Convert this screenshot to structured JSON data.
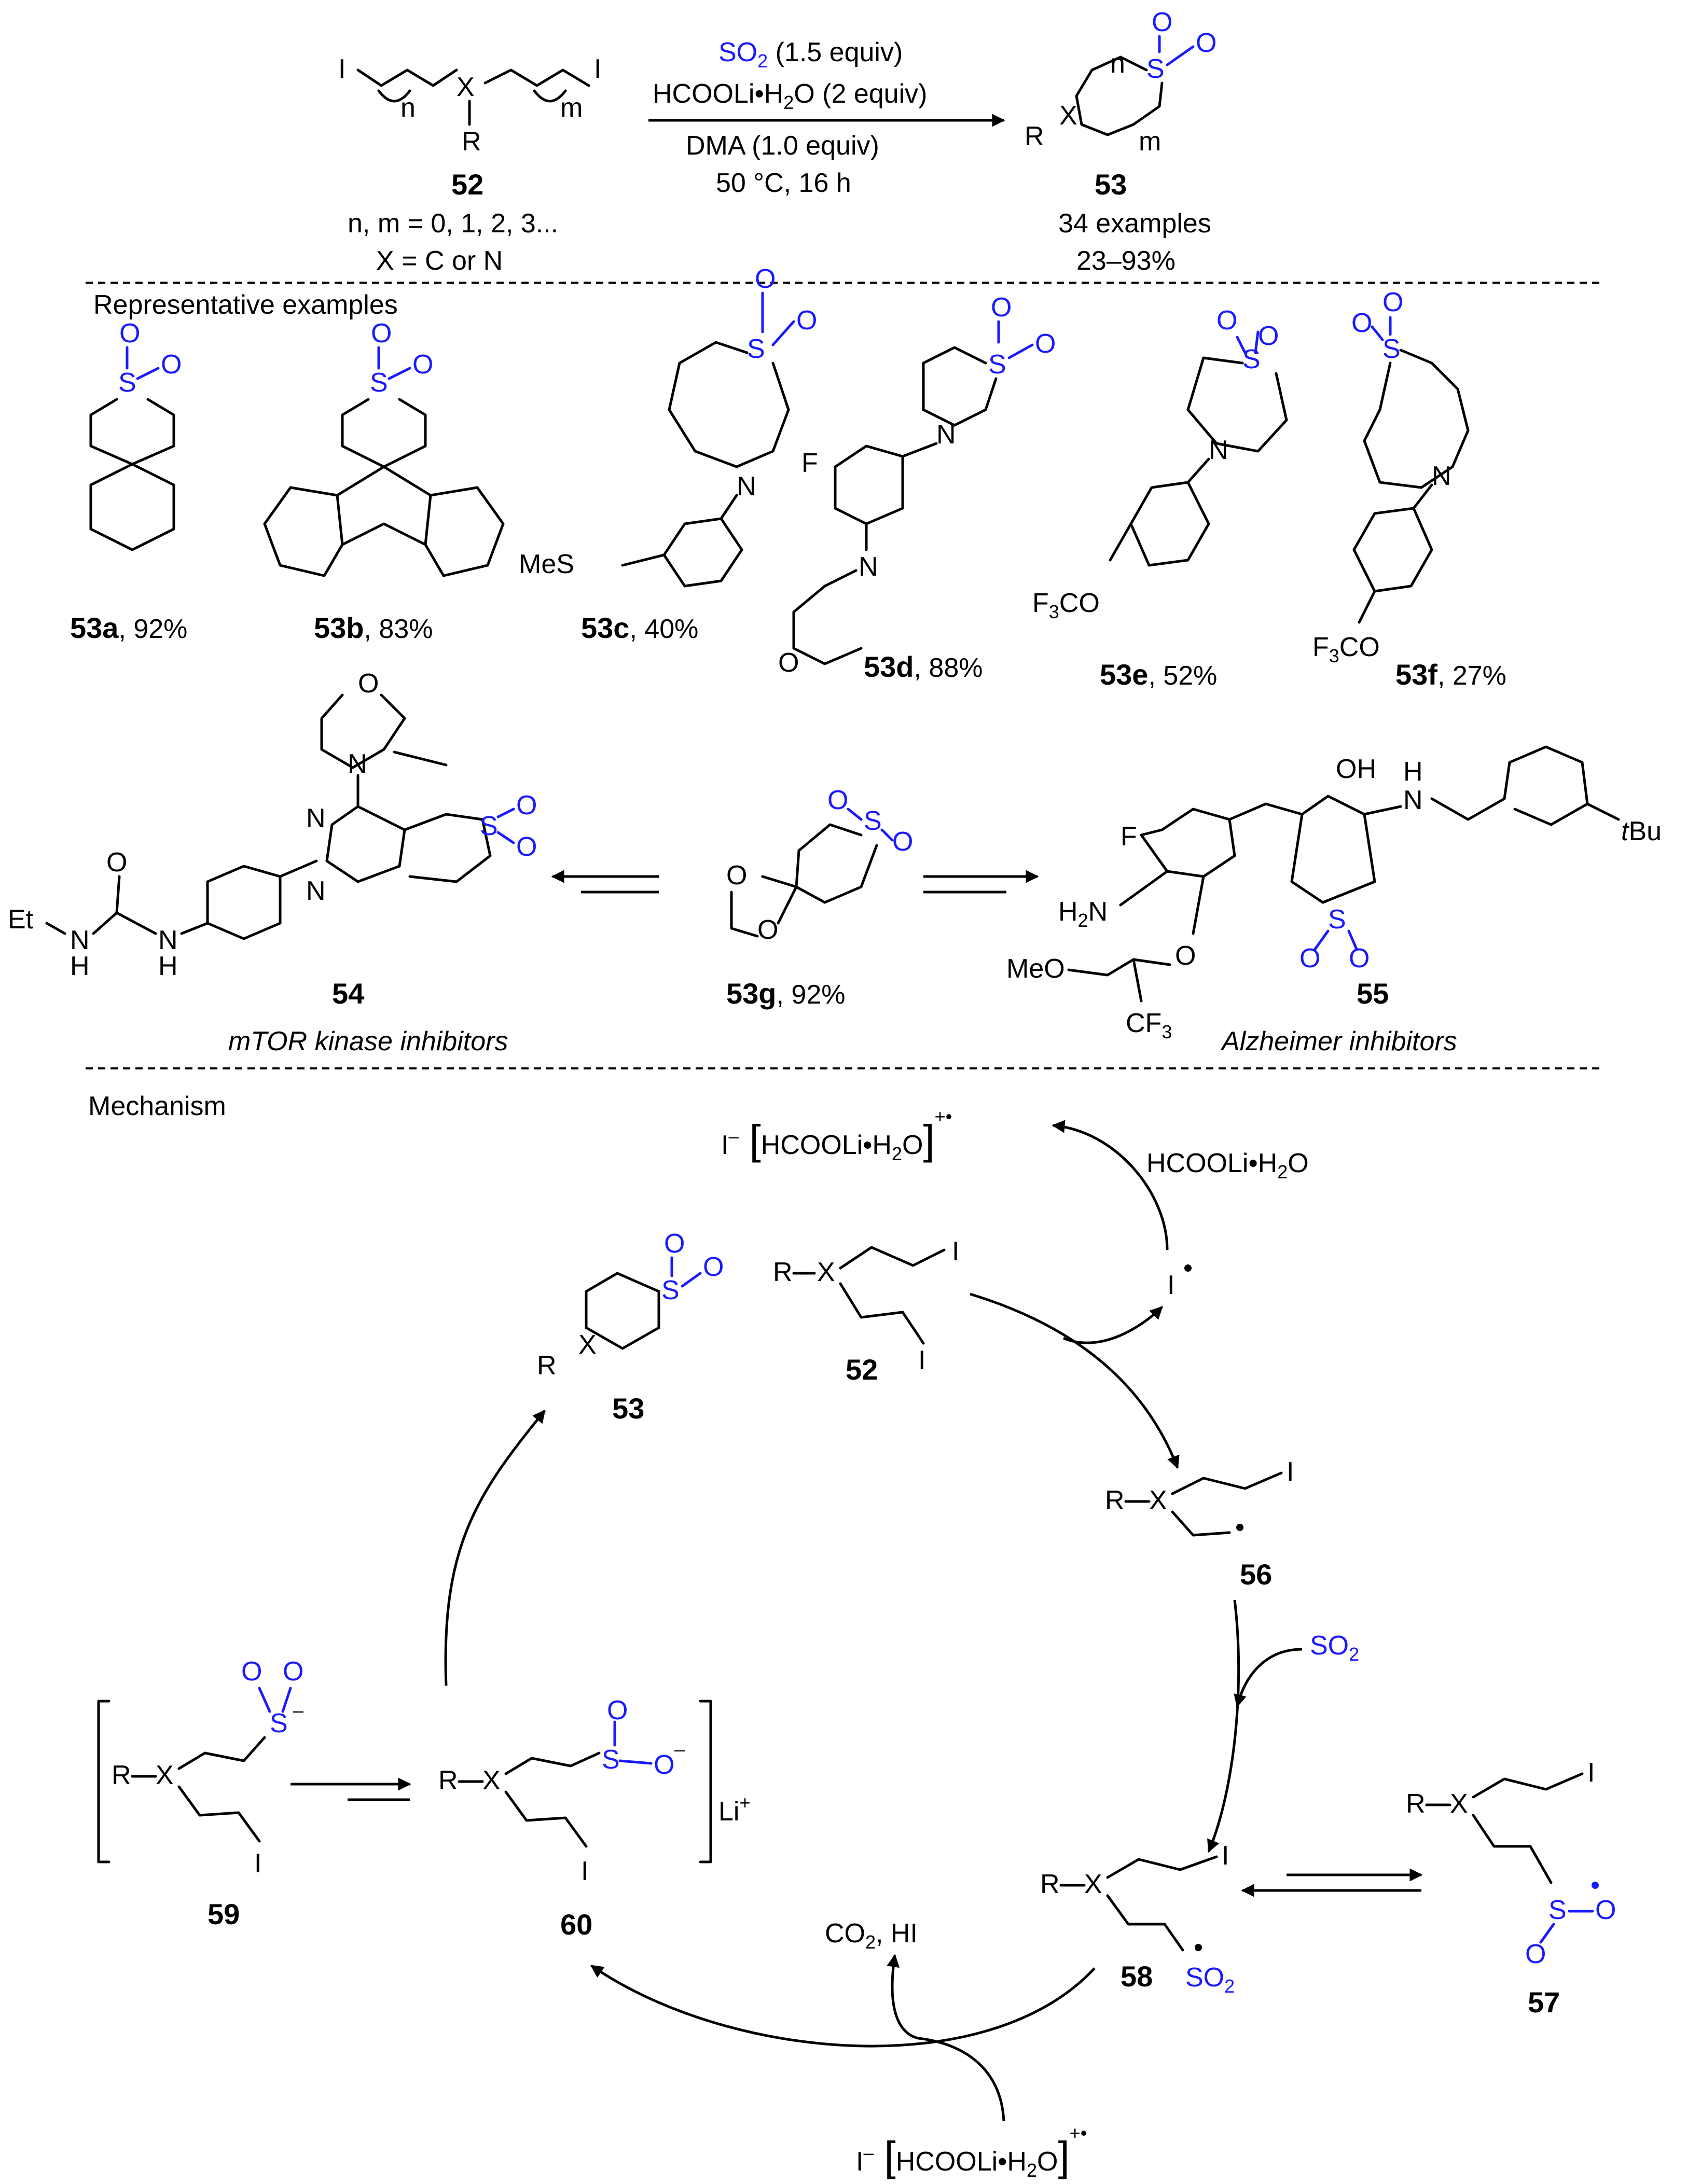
{
  "reaction": {
    "reagent_so2": "SO",
    "reagent_so2_sub": "2",
    "reagent_so2_equiv": " (1.5 equiv)",
    "reagent_formate": "HCOOLi•H",
    "reagent_formate_sub": "2",
    "reagent_formate_tail": "O (2 equiv)",
    "solvent": "DMA (1.0 equiv)",
    "conditions": "50 °C, 16 h",
    "substrate_id": "52",
    "substrate_note1": "n, m = 0, 1, 2, 3...",
    "substrate_note2": "X = C or N",
    "product_id": "53",
    "product_examples": "34 examples",
    "product_yield": "23–93%",
    "n_label": "n",
    "m_label": "m"
  },
  "sections": {
    "representative": "Representative examples",
    "mechanism": "Mechanism"
  },
  "examples": [
    {
      "id": "53a",
      "yield": ", 92%"
    },
    {
      "id": "53b",
      "yield": ", 83%"
    },
    {
      "id": "53c",
      "yield": ", 40%"
    },
    {
      "id": "53d",
      "yield": ", 88%"
    },
    {
      "id": "53e",
      "yield": ", 52%"
    },
    {
      "id": "53f",
      "yield": ", 27%"
    },
    {
      "id": "53g",
      "yield": ", 92%"
    }
  ],
  "applications": {
    "left_id": "54",
    "left_label": "mTOR kinase inhibitors",
    "right_id": "55",
    "right_label": "Alzheimer inhibitors"
  },
  "atoms": {
    "S": "S",
    "O": "O",
    "N": "N",
    "F": "F",
    "I": "I",
    "X": "X",
    "R": "R",
    "MeS": "MeS",
    "F3CO_a": "F",
    "F3CO_b": "3",
    "F3CO_c": "CO",
    "Et": "Et",
    "H": "H",
    "OH": "OH",
    "NH2_a": "H",
    "NH2_b": "2",
    "NH2_c": "N",
    "MeO": "MeO",
    "CF3_a": "CF",
    "CF3_b": "3",
    "tBu_t": "t",
    "tBu_b": "Bu",
    "Li": "Li",
    "minus": "–",
    "plus": "+"
  },
  "mechanism": {
    "radical_cation_I": "I",
    "radical_cation_body": "HCOOLi•H",
    "radical_cation_sub": "2",
    "radical_cation_tail": "O",
    "radical_cation_charge": "+•",
    "formate_reagent": "HCOOLi•H",
    "formate_reagent_sub": "2",
    "formate_reagent_tail": "O",
    "iodine_radical": "I",
    "so2_label": "SO",
    "so2_sub": "2",
    "byproducts": "CO",
    "byproducts_sub": "2",
    "byproducts_tail": ", HI",
    "ids": [
      "52",
      "53",
      "56",
      "57",
      "58",
      "59",
      "60"
    ]
  }
}
